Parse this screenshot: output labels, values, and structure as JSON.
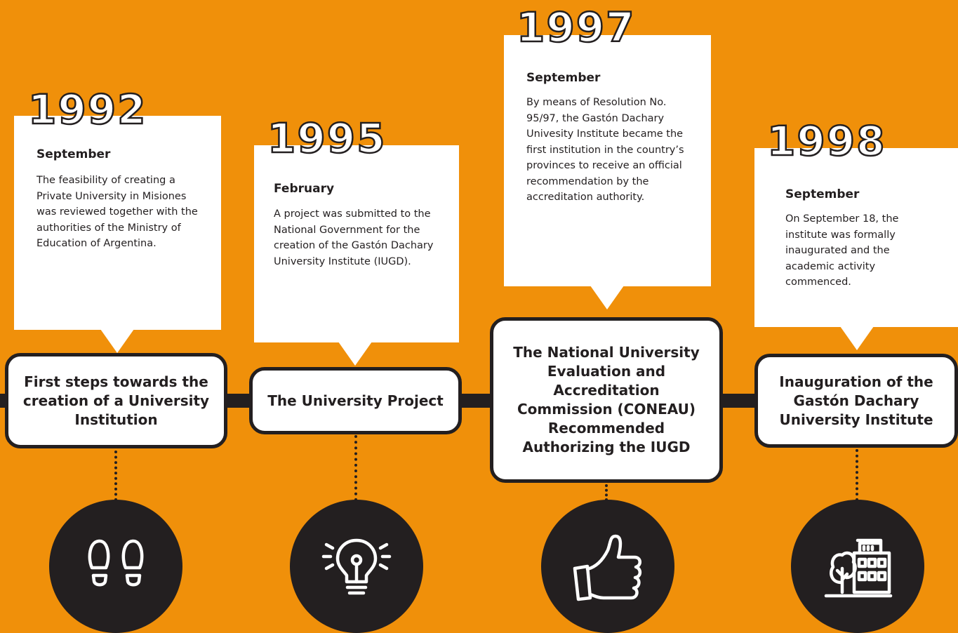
{
  "milestones": [
    {
      "year": "1992",
      "month": "September",
      "description": "The feasibility of creating a Private University in Misiones was reviewed together with the authorities of the Ministry of Education of Argentina.",
      "title": "First steps towards the creation of a University Institution",
      "icon": "footprints-icon"
    },
    {
      "year": "1995",
      "month": "February",
      "description": "A project was submitted to the National Government for the creation of the Gastón Dachary University Institute (IUGD).",
      "title": "The University Project",
      "icon": "lightbulb-icon"
    },
    {
      "year": "1997",
      "month": "September",
      "description": "By means of Resolution No. 95/97, the Gastón Dachary Univesity Institute became the first institution in the country’s provinces to receive an official recommendation by the accreditation authority.",
      "title": "The National University Evaluation and Accreditation Commission (CONEAU) Recommended Authorizing the IUGD",
      "icon": "thumbs-up-icon"
    },
    {
      "year": "1998",
      "month": "September",
      "description": "On September 18, the institute was formally inaugurated and the academic activity commenced.",
      "title": "Inauguration of the Gastón Dachary University Institute",
      "icon": "building-tree-icon"
    }
  ],
  "colors": {
    "background": "#F0900A",
    "dark": "#231F20",
    "card": "#FFFFFF"
  }
}
